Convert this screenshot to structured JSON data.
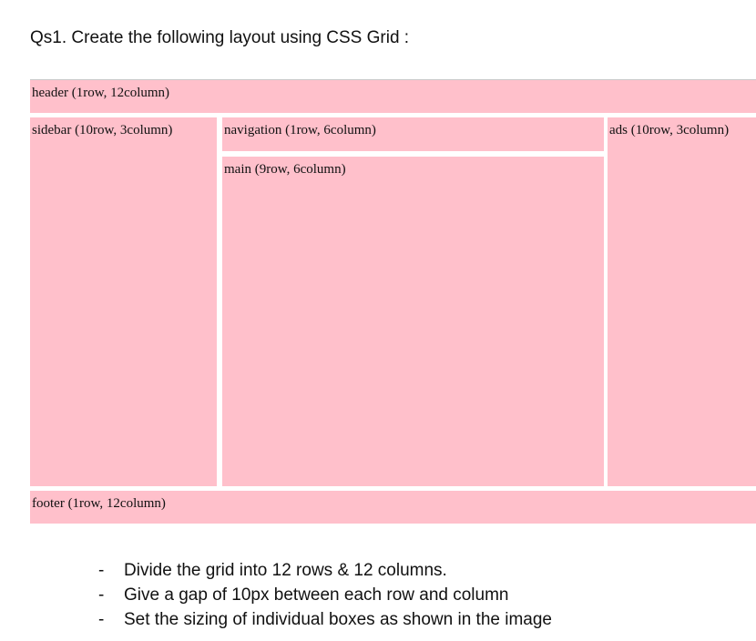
{
  "question": {
    "title": "Qs1. Create the following layout using CSS Grid :"
  },
  "layout_boxes": {
    "header": "header (1row, 12column)",
    "sidebar": "sidebar (10row, 3column)",
    "navigation": "navigation (1row, 6column)",
    "main": "main (9row, 6column)",
    "ads": "ads (10row, 3column)",
    "footer": "footer (1row, 12column)",
    "fill_color": "#ffc0cb"
  },
  "instructions": {
    "bullet": "-",
    "items": [
      "Divide the grid into 12 rows & 12 columns.",
      "Give a gap of 10px between each row and column",
      "Set the sizing of individual boxes as shown in the image"
    ]
  }
}
